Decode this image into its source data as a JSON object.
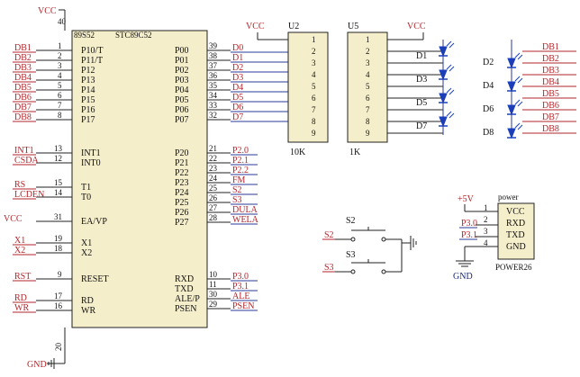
{
  "vcc": "VCC",
  "gnd": "GND",
  "plus5v": "+5V",
  "mcu": {
    "part_label": "89S52",
    "name": "STC89C52",
    "left_pins": [
      {
        "net": "DB1",
        "num": "1",
        "name": "P10/T"
      },
      {
        "net": "DB2",
        "num": "2",
        "name": "P11/T"
      },
      {
        "net": "DB3",
        "num": "3",
        "name": "P12"
      },
      {
        "net": "DB4",
        "num": "4",
        "name": "P13"
      },
      {
        "net": "DB5",
        "num": "5",
        "name": "P14"
      },
      {
        "net": "DB6",
        "num": "6",
        "name": "P15"
      },
      {
        "net": "DB7",
        "num": "7",
        "name": "P16"
      },
      {
        "net": "DB8",
        "num": "8",
        "name": "P17"
      },
      {
        "net": "INT1",
        "num": "13",
        "name": "INT1"
      },
      {
        "net": "CSDA",
        "num": "12",
        "name": "INT0"
      },
      {
        "net": "RS",
        "num": "15",
        "name": "T1"
      },
      {
        "net": "LCDEN",
        "num": "14",
        "name": "T0"
      },
      {
        "net": "VCC",
        "num": "31",
        "name": "EA/VP"
      },
      {
        "net": "X1",
        "num": "19",
        "name": "X1"
      },
      {
        "net": "X2",
        "num": "18",
        "name": "X2"
      },
      {
        "net": "RST",
        "num": "9",
        "name": "RESET"
      },
      {
        "net": "RD",
        "num": "17",
        "name": "RD"
      },
      {
        "net": "WR",
        "num": "16",
        "name": "WR"
      }
    ],
    "right_pins": [
      {
        "num": "39",
        "name": "P00",
        "net": "D0"
      },
      {
        "num": "38",
        "name": "P01",
        "net": "D1"
      },
      {
        "num": "37",
        "name": "P02",
        "net": "D2"
      },
      {
        "num": "36",
        "name": "P03",
        "net": "D3"
      },
      {
        "num": "35",
        "name": "P04",
        "net": "D4"
      },
      {
        "num": "34",
        "name": "P05",
        "net": "D5"
      },
      {
        "num": "33",
        "name": "P06",
        "net": "D6"
      },
      {
        "num": "32",
        "name": "P07",
        "net": "D7"
      },
      {
        "num": "21",
        "name": "P20",
        "net": "P2.0"
      },
      {
        "num": "22",
        "name": "P21",
        "net": "P2.1"
      },
      {
        "num": "23",
        "name": "P22",
        "net": "P2.2"
      },
      {
        "num": "24",
        "name": "P23",
        "net": "FM"
      },
      {
        "num": "25",
        "name": "P24",
        "net": "S2"
      },
      {
        "num": "26",
        "name": "P25",
        "net": "S3"
      },
      {
        "num": "27",
        "name": "P26",
        "net": "DULA"
      },
      {
        "num": "28",
        "name": "P27",
        "net": "WELA"
      },
      {
        "num": "10",
        "name": "RXD",
        "net": "P3.0"
      },
      {
        "num": "11",
        "name": "TXD",
        "net": "P3.1"
      },
      {
        "num": "30",
        "name": "ALE/P",
        "net": "ALE"
      },
      {
        "num": "29",
        "name": "PSEN",
        "net": "PSEN"
      }
    ],
    "top_pin": "40",
    "bottom_pin": "20"
  },
  "u2": {
    "ref": "U2",
    "value": "10K",
    "pins": [
      "1",
      "2",
      "3",
      "4",
      "5",
      "6",
      "7",
      "8",
      "9"
    ]
  },
  "u5": {
    "ref": "U5",
    "value": "1K",
    "pins": [
      "1",
      "2",
      "3",
      "4",
      "5",
      "6",
      "7",
      "8",
      "9"
    ]
  },
  "leds": {
    "left": [
      "D1",
      "D3",
      "D5",
      "D7"
    ],
    "right": [
      "D2",
      "D4",
      "D6",
      "D8"
    ],
    "nets": [
      "DB1",
      "DB2",
      "DB3",
      "DB4",
      "DB5",
      "DB6",
      "DB7",
      "DB8"
    ]
  },
  "switches": {
    "s2": {
      "ref": "S2",
      "net": "S2"
    },
    "s3": {
      "ref": "S3",
      "net": "S3"
    }
  },
  "power": {
    "title": "power",
    "part": "POWER26",
    "pins": [
      {
        "num": "1",
        "name": "VCC",
        "net": ""
      },
      {
        "num": "2",
        "name": "RXD",
        "net": "P3.0"
      },
      {
        "num": "3",
        "name": "TXD",
        "net": "P3.1"
      },
      {
        "num": "4",
        "name": "GND",
        "net": ""
      }
    ]
  }
}
